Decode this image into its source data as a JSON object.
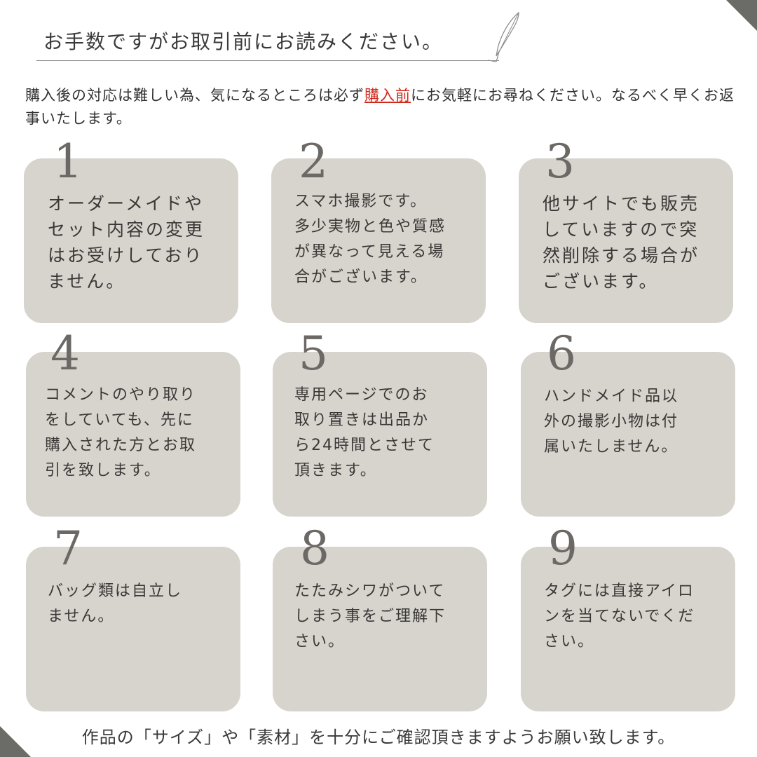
{
  "header": {
    "title": "お手数ですがお取引前にお読みください。"
  },
  "intro": {
    "before": "購入後の対応は難しい為、気になるところは必ず",
    "highlight": "購入前",
    "after": "にお気軽にお尋ねください。なるべく早くお返事いたします。",
    "highlight_color": "#d02a1f"
  },
  "cards": [
    {
      "number": "1",
      "text": "オーダーメイドや\nセット内容の変更\nはお受けしており\nません。"
    },
    {
      "number": "2",
      "text": "スマホ撮影です。\n多少実物と色や質感\nが異なって見える場\n合がございます。"
    },
    {
      "number": "3",
      "text": "他サイトでも販売\nしていますので突\n然削除する場合が\nございます。"
    },
    {
      "number": "4",
      "text": "コメントのやり取り\nをしていても、先に\n購入された方とお取\n引を致します。"
    },
    {
      "number": "5",
      "text": "専用ページでのお\n取り置きは出品か\nら24時間とさせて\n頂きます。"
    },
    {
      "number": "6",
      "text": "ハンドメイド品以\n外の撮影小物は付\n属いたしません。"
    },
    {
      "number": "7",
      "text": "バッグ類は自立し\nません。"
    },
    {
      "number": "8",
      "text": "たたみシワがついて\nしまう事をご理解下\nさい。"
    },
    {
      "number": "9",
      "text": "タグには直接アイロ\nンを当てないでくだ\nさい。"
    }
  ],
  "footer": {
    "text": "作品の「サイズ」や「素材」を十分にご確認頂きますようお願い致します。"
  },
  "colors": {
    "card_background": "#d7d4ce",
    "corner_accent": "#6b6b68",
    "text": "#333333"
  },
  "icons": {
    "quill": "quill-pen-icon"
  }
}
